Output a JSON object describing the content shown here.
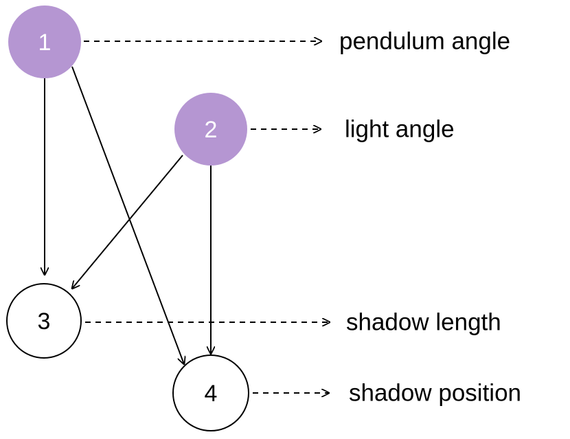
{
  "colors": {
    "latent_fill": "#b596d2",
    "observed_fill": "#ffffff",
    "stroke": "#000000",
    "latent_text": "#ffffff",
    "observed_text": "#000000"
  },
  "nodes": [
    {
      "id": "1",
      "label": "1",
      "kind": "latent",
      "variable": "pendulum angle"
    },
    {
      "id": "2",
      "label": "2",
      "kind": "latent",
      "variable": "light angle"
    },
    {
      "id": "3",
      "label": "3",
      "kind": "observed",
      "variable": "shadow length"
    },
    {
      "id": "4",
      "label": "4",
      "kind": "observed",
      "variable": "shadow position"
    }
  ],
  "edges": [
    {
      "from": "1",
      "to": "3"
    },
    {
      "from": "1",
      "to": "4"
    },
    {
      "from": "2",
      "to": "3"
    },
    {
      "from": "2",
      "to": "4"
    }
  ]
}
